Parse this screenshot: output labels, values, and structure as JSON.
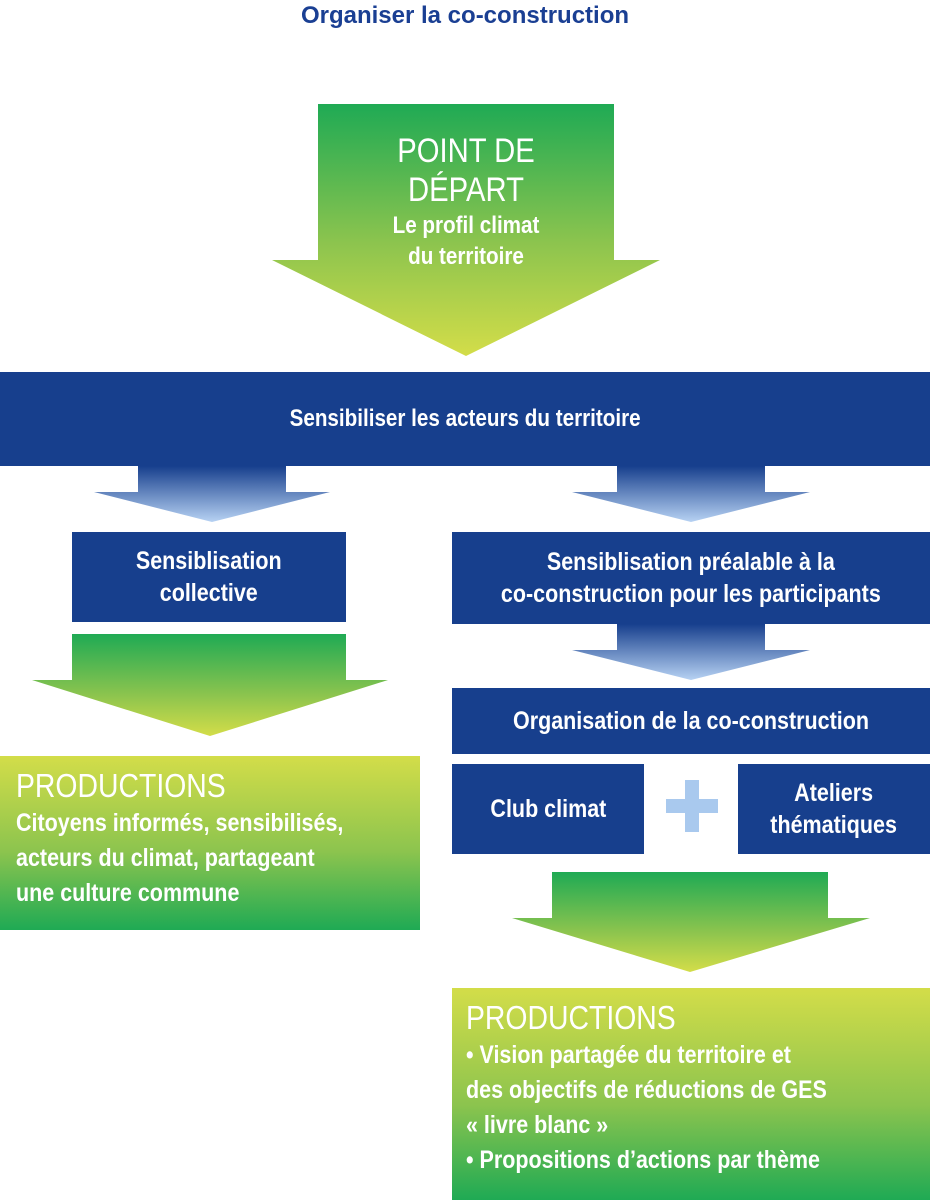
{
  "title": "Organiser la co-construction",
  "start": {
    "heading": "POINT DE DÉPART",
    "lines": [
      "Le profil climat",
      "du territoire"
    ]
  },
  "band": "Sensibiliser les acteurs du territoire",
  "left_box": [
    "Sensiblisation",
    "collective"
  ],
  "right_box": [
    "Sensiblisation préalable à la",
    "co-construction pour les participants"
  ],
  "organisation": "Organisation de la co-construction",
  "club": "Club climat",
  "ateliers": [
    "Ateliers",
    "thématiques"
  ],
  "productions_left": {
    "heading": "PRODUCTIONS",
    "lines": [
      "Citoyens informés, sensibilisés,",
      "acteurs du climat, partageant",
      "une culture commune"
    ]
  },
  "productions_right": {
    "heading": "PRODUCTIONS",
    "lines": [
      "• Vision partagée du territoire et",
      "des objectifs de réductions de GES",
      "« livre blanc »",
      "• Propositions d’actions par thème"
    ]
  },
  "colors": {
    "navy": "#173f8d",
    "title_blue": "#1a3f93",
    "green_light": "#d3dd49",
    "green_dark": "#1faa54",
    "plus": "#a9c9ee"
  }
}
